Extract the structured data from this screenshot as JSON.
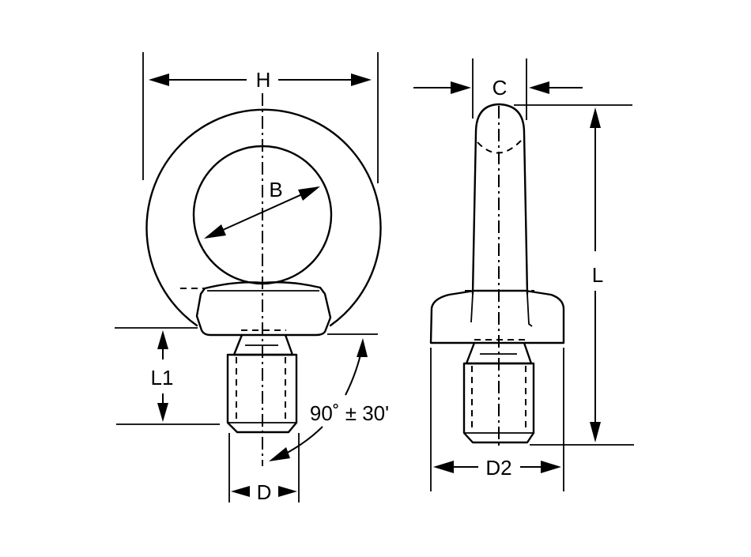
{
  "drawing": {
    "subject": "Eye bolt dimension diagram",
    "views": {
      "front": {
        "labels": {
          "H": "H",
          "B": "B",
          "L1": "L1",
          "D": "D",
          "angle": "90˚ ± 30'"
        }
      },
      "side": {
        "labels": {
          "C": "C",
          "L": "L",
          "D2": "D2"
        }
      }
    },
    "colors": {
      "line": "#000000",
      "background": "#ffffff"
    }
  }
}
